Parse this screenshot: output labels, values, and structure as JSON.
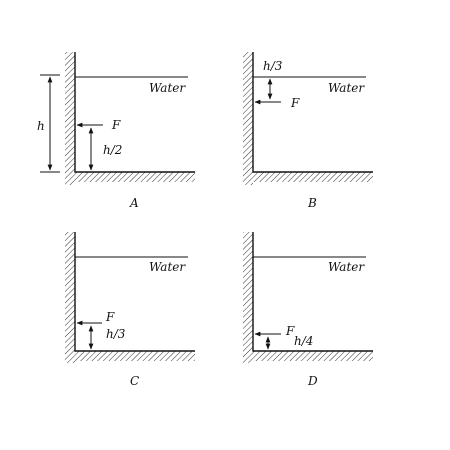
{
  "panels": [
    {
      "id": "A",
      "caption": "A",
      "fluid_label": "Water",
      "force_label": "F",
      "depth_label": "h",
      "height_label": "h/2",
      "force_height_fraction": 0.5
    },
    {
      "id": "B",
      "caption": "B",
      "fluid_label": "Water",
      "force_label": "F",
      "depth_label": "h/3",
      "force_depth_fraction": 0.3333
    },
    {
      "id": "C",
      "caption": "C",
      "fluid_label": "Water",
      "force_label": "F",
      "height_label": "h/3",
      "force_height_fraction": 0.3333
    },
    {
      "id": "D",
      "caption": "D",
      "fluid_label": "Water",
      "force_label": "F",
      "height_label": "h/4",
      "force_height_fraction": 0.25
    }
  ]
}
